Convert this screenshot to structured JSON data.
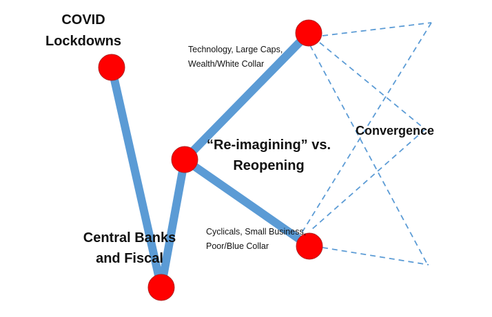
{
  "colors": {
    "node": "#ff0000",
    "node_outline": "#b02020",
    "path": "#5b9bd5",
    "dashed": "#5b9bd5",
    "text": "#111111"
  },
  "labels": {
    "covid": [
      "COVID",
      "Lockdowns"
    ],
    "central": [
      "Central Banks",
      "and Fiscal"
    ],
    "reimagining": [
      "“Re-imagining” vs.",
      "Reopening"
    ],
    "convergence": "Convergence",
    "tech": [
      "Technology, Large Caps,",
      "Wealth/White Collar"
    ],
    "cyclicals": [
      "Cyclicals, Small Business,",
      "Poor/Blue Collar"
    ]
  }
}
